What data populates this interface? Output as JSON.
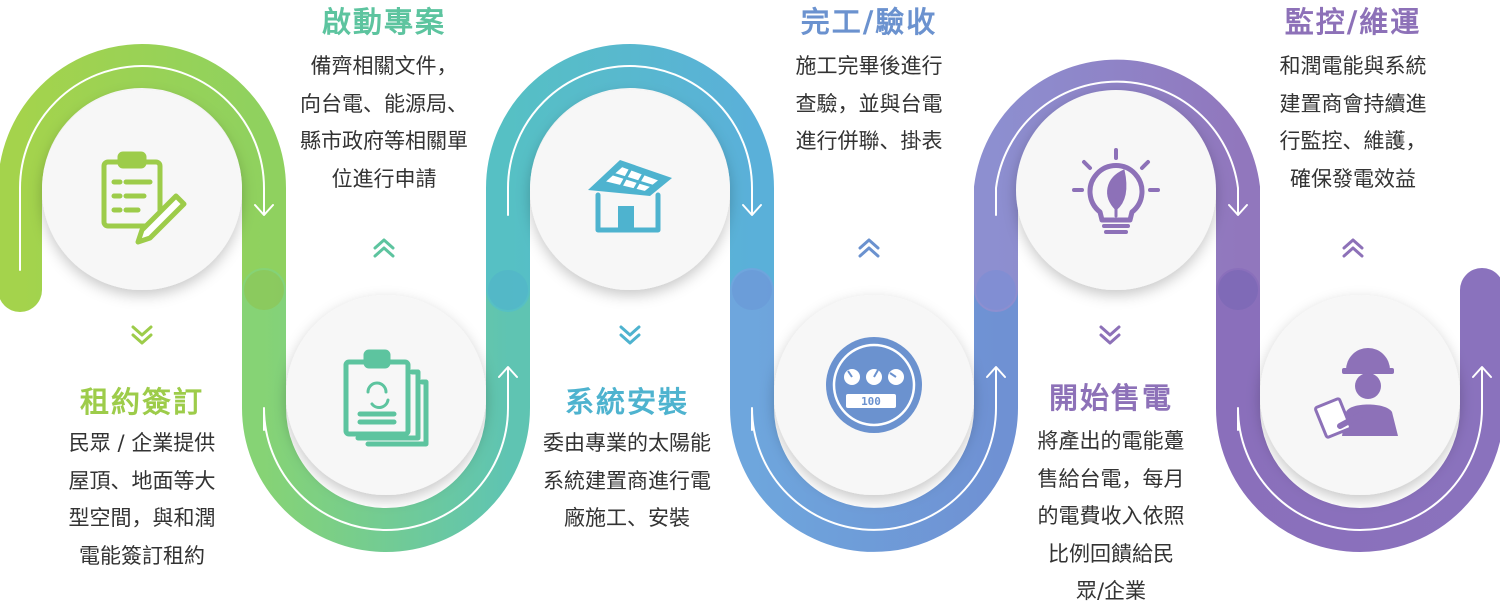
{
  "steps": [
    {
      "id": "lease",
      "title": "租約簽訂",
      "description": [
        "民眾 / 企業提供",
        "屋頂、地面等大",
        "型空間，與和潤",
        "電能簽訂租約"
      ],
      "icon": "clipboard-pen-icon",
      "color": "#9dcc4a"
    },
    {
      "id": "launch",
      "title": "啟動專案",
      "description": [
        "備齊相關文件，",
        "向台電、能源局、",
        "縣市政府等相關單",
        "位進行申請"
      ],
      "icon": "clipboard-documents-icon",
      "color": "#5dc49f"
    },
    {
      "id": "install",
      "title": "系統安裝",
      "description": [
        "委由專業的太陽能",
        "系統建置商進行電",
        "廠施工、安裝"
      ],
      "icon": "solar-house-icon",
      "color": "#4eb3cf"
    },
    {
      "id": "complete",
      "title": "完工/驗收",
      "description": [
        "施工完畢後進行",
        "查驗，並與台電",
        "進行併聯、掛表"
      ],
      "icon": "electric-meter-icon",
      "color": "#6b92cf"
    },
    {
      "id": "sell",
      "title": "開始售電",
      "description": [
        "將產出的電能躉",
        "售給台電，每月",
        "的電費收入依照",
        "比例回饋給民",
        "眾/企業"
      ],
      "icon": "lightbulb-leaf-icon",
      "color": "#8d71b8"
    },
    {
      "id": "monitor",
      "title": "監控/維運",
      "description": [
        "和潤電能與系統",
        "建置商會持續進",
        "行監控、維護，",
        "確保發電效益"
      ],
      "icon": "engineer-icon",
      "color": "#8d71b8"
    }
  ],
  "meter_display": "100"
}
